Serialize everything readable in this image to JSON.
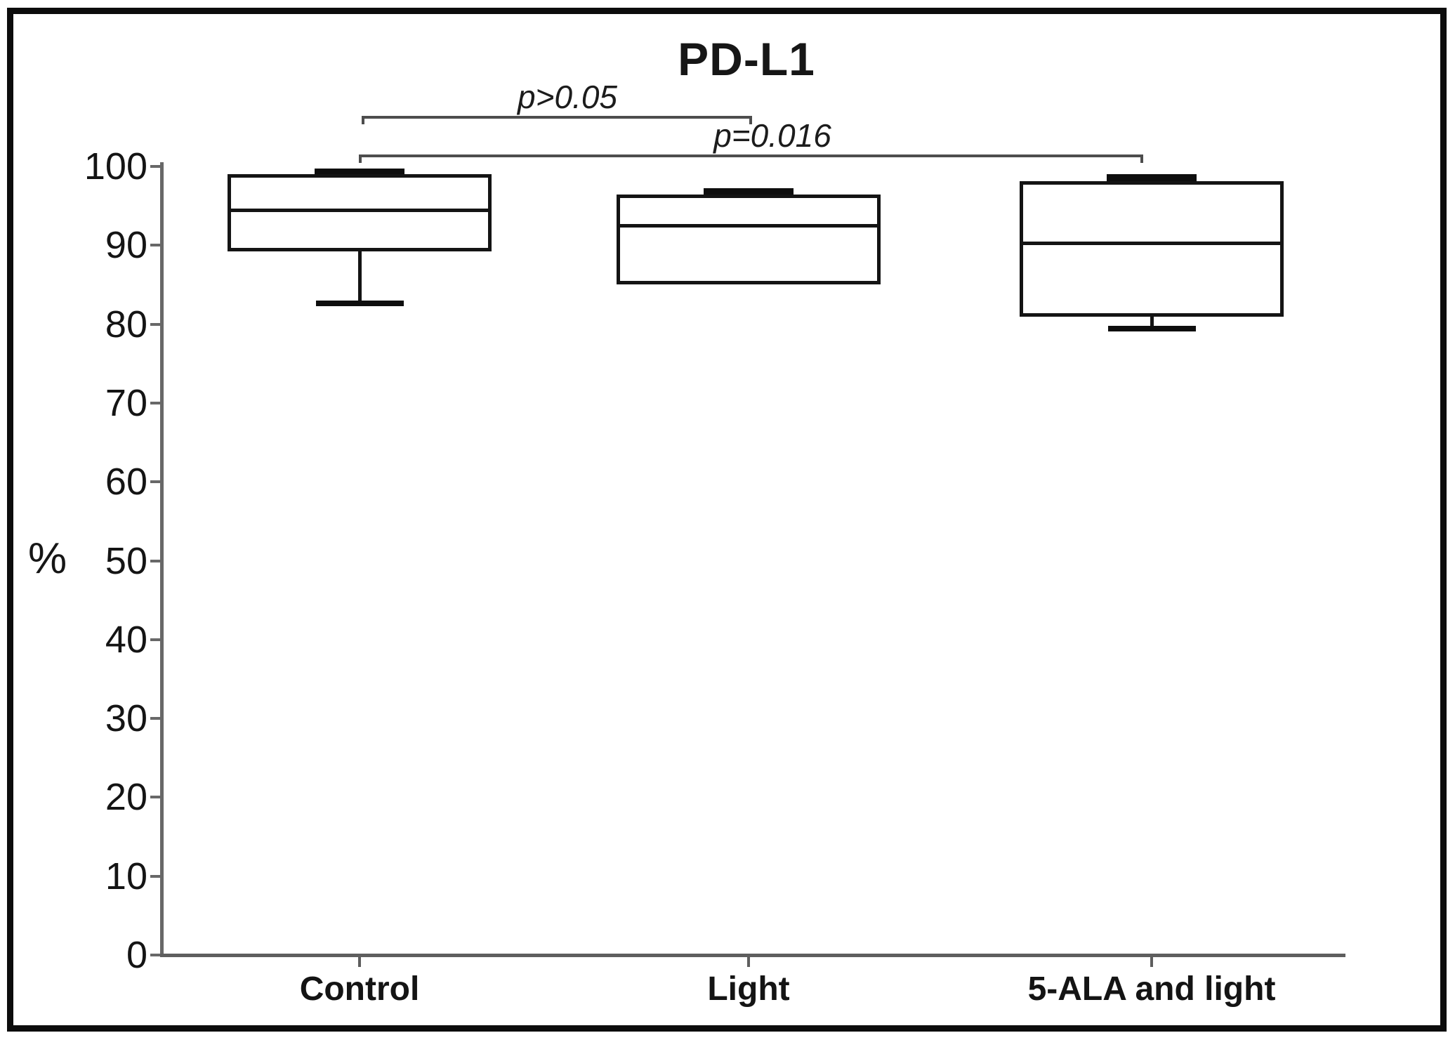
{
  "title": "PD-L1",
  "y_axis_label": "%",
  "chart_data": {
    "type": "box",
    "title": "PD-L1",
    "xlabel": "",
    "ylabel": "%",
    "ylim": [
      0,
      100
    ],
    "yticks": [
      0,
      10,
      20,
      30,
      40,
      50,
      60,
      70,
      80,
      90,
      100
    ],
    "categories": [
      "Control",
      "Light",
      "5-ALA and light"
    ],
    "series": [
      {
        "name": "Control",
        "min": 82.6,
        "q1": 89.2,
        "median": 94.5,
        "q3": 99.0,
        "max": 99.3
      },
      {
        "name": "Light",
        "min": null,
        "q1": 85.0,
        "median": 92.5,
        "q3": 96.4,
        "max": 96.8
      },
      {
        "name": "5-ALA and light",
        "min": 79.4,
        "q1": 80.9,
        "median": 90.3,
        "q3": 98.1,
        "max": 98.6
      }
    ],
    "annotations": [
      {
        "label": "p>0.05",
        "between": [
          "Control",
          "Light"
        ]
      },
      {
        "label": "p=0.016",
        "between": [
          "Control",
          "5-ALA and light"
        ]
      }
    ],
    "legend": null,
    "grid": false,
    "style": "black-and-white box plot, whisker caps, significance brackets above boxes"
  }
}
